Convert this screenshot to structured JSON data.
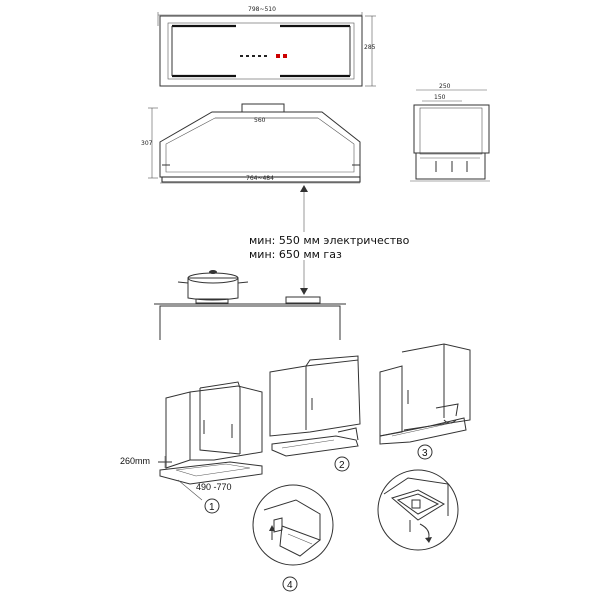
{
  "top_view": {
    "width_label": "798~510",
    "depth_label": "285"
  },
  "front_view": {
    "inner_label": "560",
    "height_label": "307",
    "bottom_label": "764~484"
  },
  "side_view": {
    "outer_label": "250",
    "inner_label": "150"
  },
  "clearance": {
    "line1": "мин: 550 мм электричество",
    "line2": "мин: 650 мм газ"
  },
  "install": {
    "height_label": "260mm",
    "width_label": "490 -770",
    "steps": [
      "1",
      "2",
      "3",
      "4"
    ]
  }
}
